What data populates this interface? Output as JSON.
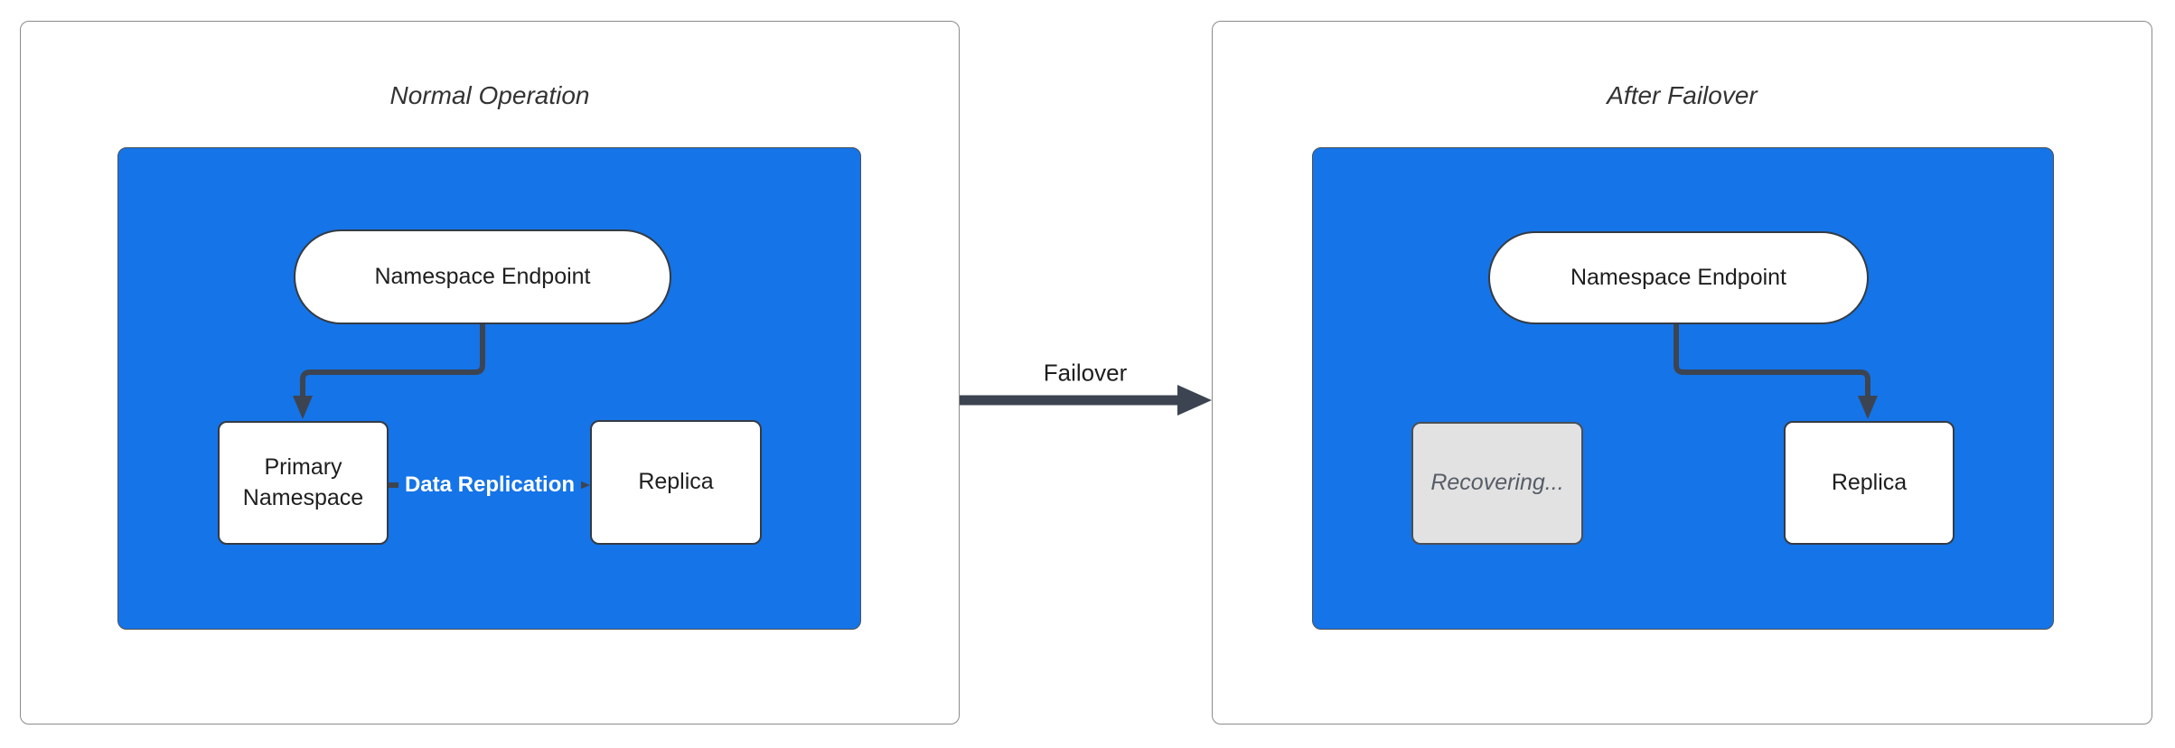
{
  "colors": {
    "container_fill": "#1574E7",
    "container_border": "#4D5157",
    "edge": "#3D4451",
    "node_border": "#343B43",
    "node_text": "#1E1E1E",
    "title_text": "#333333",
    "panel_border": "#8B8B8B",
    "recovering_fill": "#E2E2E2",
    "recovering_border": "#4A4F55",
    "recovering_text": "#565D66",
    "replication_label_text": "#FFFFFF"
  },
  "normal_panel": {
    "title": "Normal Operation",
    "endpoint": "Namespace Endpoint",
    "primary": "Primary Namespace",
    "replica": "Replica",
    "replication_edge_label": "Data Replication"
  },
  "failover_panel": {
    "title": "After Failover",
    "endpoint": "Namespace Endpoint",
    "recovering": "Recovering...",
    "replica": "Replica"
  },
  "transition": {
    "label": "Failover"
  }
}
